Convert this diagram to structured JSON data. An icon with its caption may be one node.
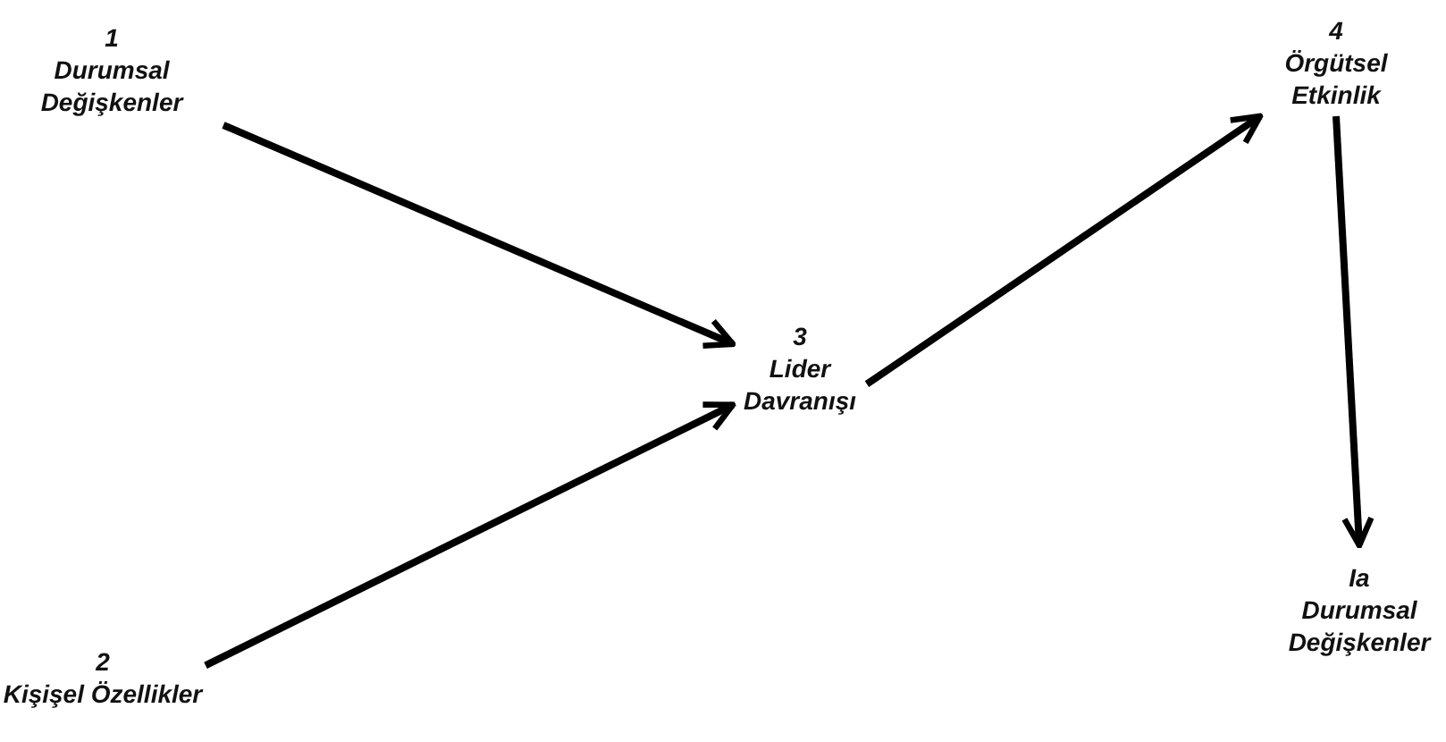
{
  "diagram": {
    "nodes": [
      {
        "text": [
          "1",
          "Durumsal Değişkenler"
        ]
      },
      {
        "text": [
          "2",
          "Kişişel Özellikler"
        ]
      },
      {
        "text": [
          "3",
          "Lider Davranışı"
        ]
      },
      {
        "text": [
          "4",
          "Örgütsel Etkinlik"
        ]
      },
      {
        "text": [
          "Ia",
          "Durumsal Değişkenler"
        ]
      }
    ],
    "edges": [
      {
        "from": 0,
        "to": 2,
        "arrow": "to"
      },
      {
        "from": 1,
        "to": 2,
        "arrow": "to"
      },
      {
        "from": 2,
        "to": 3,
        "arrow": "to"
      },
      {
        "from": 3,
        "to": 4,
        "arrow": "to"
      }
    ]
  }
}
